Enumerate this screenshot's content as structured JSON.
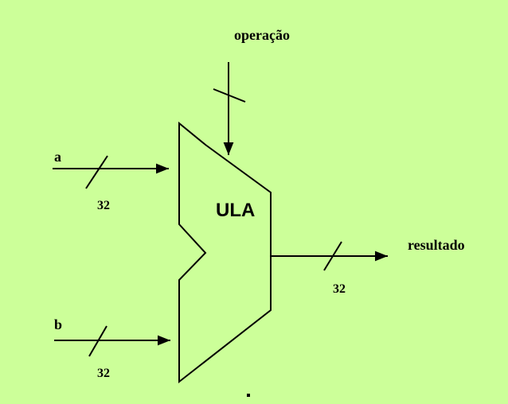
{
  "diagram": {
    "block_label": "ULA",
    "inputs": {
      "a": {
        "label": "a",
        "width": "32"
      },
      "b": {
        "label": "b",
        "width": "32"
      }
    },
    "control": {
      "label": "operação"
    },
    "output": {
      "label": "resultado",
      "width": "32"
    }
  },
  "colors": {
    "background": "#ccff99",
    "stroke": "#000000"
  }
}
